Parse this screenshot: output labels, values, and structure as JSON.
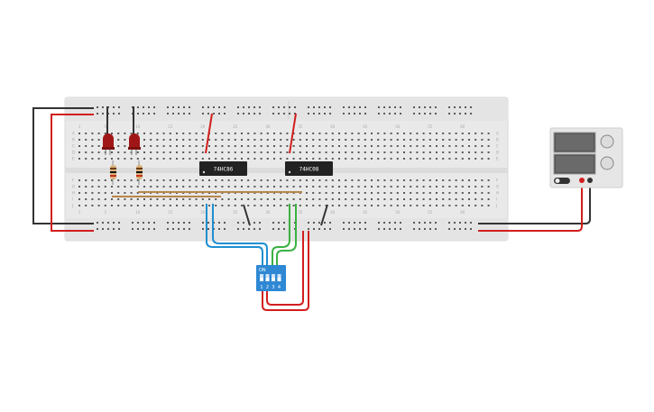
{
  "chips": [
    {
      "label": "74HC86"
    },
    {
      "label": "74HC08"
    }
  ],
  "breadboard": {
    "row_letters_top": [
      "A",
      "B",
      "C",
      "D",
      "E"
    ],
    "row_letters_bottom": [
      "F",
      "G",
      "H",
      "I",
      "J"
    ],
    "column_numbers": [
      "1",
      "5",
      "10",
      "15",
      "20",
      "25",
      "30",
      "35",
      "40",
      "45",
      "50",
      "55",
      "60"
    ]
  },
  "dip_switch": {
    "on_label": "ON",
    "positions": [
      "1",
      "2",
      "3",
      "4"
    ]
  },
  "components": {
    "led_count": 2,
    "resistor_count": 2,
    "power_supply": "power-supply"
  },
  "colors": {
    "board": "#e9e9e9",
    "wire_red": "#d21e1e",
    "wire_black": "#333333",
    "wire_blue": "#1f8fd1",
    "wire_green": "#3bb143",
    "wire_brown": "#b7874a",
    "led": "#a01616",
    "chip": "#222222",
    "dip": "#2e88d4"
  }
}
